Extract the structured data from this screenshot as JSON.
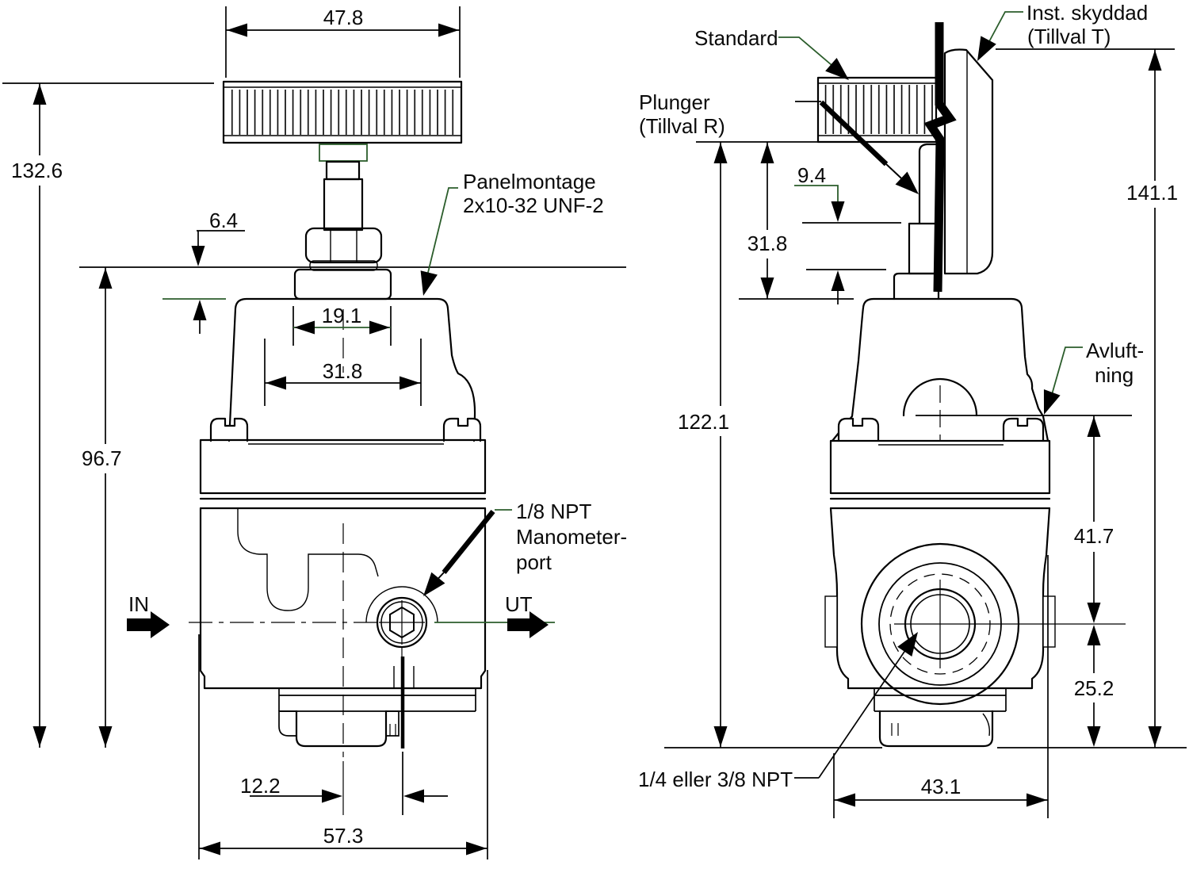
{
  "drawing_title": "Pressure regulator dimensional drawing (two views, mm)",
  "colors": {
    "line": "#000000",
    "leader_green": "#2b5d2b",
    "background": "#ffffff"
  },
  "front_view": {
    "dimensions": {
      "knob_width": "47.8",
      "total_height": "132.6",
      "panel_thickness": "6.4",
      "stem_width": "19.1",
      "panel_hole": "31.8",
      "body_height": "96.7",
      "gauge_port_offset": "12.2",
      "body_width": "57.3"
    },
    "labels": {
      "panel_mount_line1": "Panelmontage",
      "panel_mount_line2": "2x10-32 UNF-2",
      "gauge_port_line1": "1/8 NPT",
      "gauge_port_line2": "Manometer-",
      "gauge_port_line3": "port",
      "inlet": "IN",
      "outlet": "UT"
    }
  },
  "side_view": {
    "dimensions": {
      "total_height_tamper": "141.1",
      "total_height": "122.1",
      "knob_height": "31.8",
      "plunger_travel": "9.4",
      "vent_to_port": "41.7",
      "port_to_base": "25.2",
      "port_width": "43.1"
    },
    "labels": {
      "standard": "Standard",
      "tamper_line1": "Inst. skyddad",
      "tamper_line2": "(Tillval T)",
      "plunger_line1": "Plunger",
      "plunger_line2": "(Tillval R)",
      "vent_line1": "Avluft-",
      "vent_line2": "ning",
      "port_thread": "1/4 eller 3/8 NPT"
    }
  }
}
